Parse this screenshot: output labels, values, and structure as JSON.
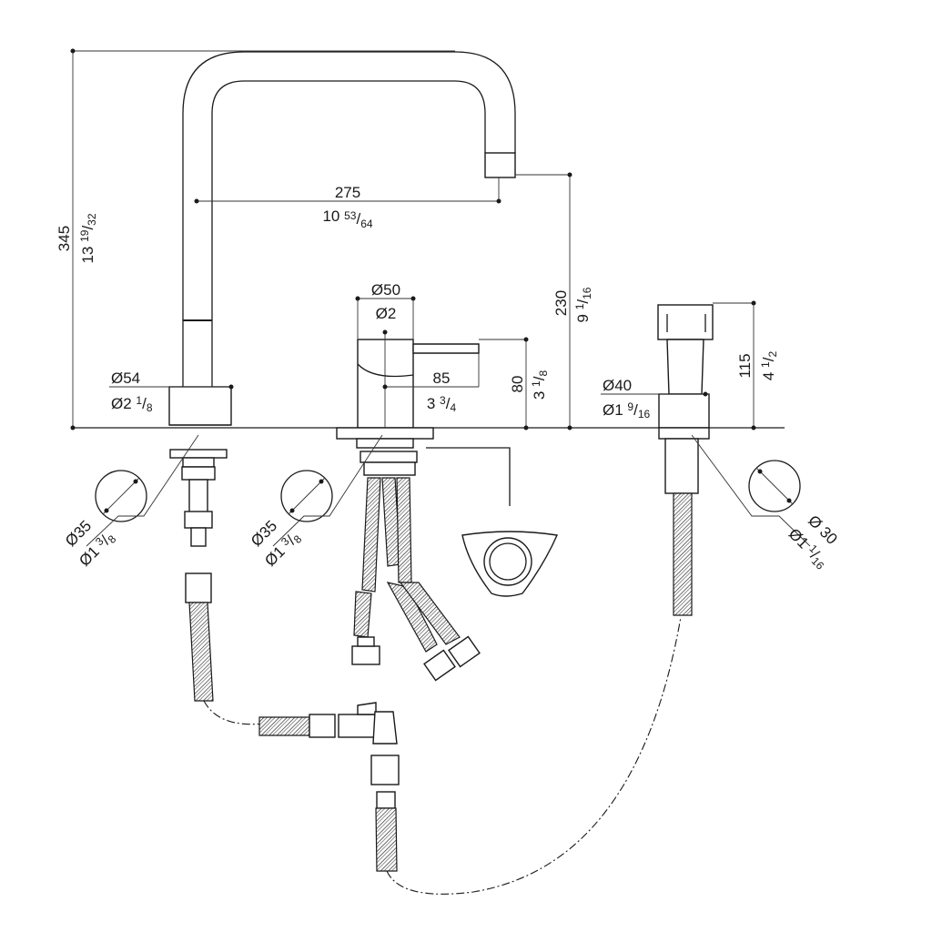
{
  "dimensions": {
    "total_height": {
      "metric": "345",
      "imperial_whole": "13",
      "imperial_num": "19",
      "imperial_den": "32"
    },
    "spout_reach": {
      "metric": "275",
      "imperial_whole": "10",
      "imperial_num": "53",
      "imperial_den": "64"
    },
    "spout_outlet_height": {
      "metric": "230",
      "imperial_whole": "9",
      "imperial_num": "1",
      "imperial_den": "16"
    },
    "mixer_body_diameter": {
      "metric": "Ø50",
      "imperial": "Ø2"
    },
    "mixer_lever_length": {
      "metric": "85",
      "imperial_whole": "3",
      "imperial_num": "3",
      "imperial_den": "4"
    },
    "mixer_height": {
      "metric": "80",
      "imperial_whole": "3",
      "imperial_num": "1",
      "imperial_den": "8"
    },
    "spout_base_diameter": {
      "metric": "Ø54",
      "imperial_whole": "Ø2",
      "imperial_num": "1",
      "imperial_den": "8"
    },
    "spout_hole": {
      "metric": "Ø35",
      "imperial_whole": "Ø1",
      "imperial_num": "3",
      "imperial_den": "8"
    },
    "mixer_hole": {
      "metric": "Ø35",
      "imperial_whole": "Ø1",
      "imperial_num": "3",
      "imperial_den": "8"
    },
    "spray_base_diameter": {
      "metric": "Ø40",
      "imperial_whole": "Ø1",
      "imperial_num": "9",
      "imperial_den": "16"
    },
    "spray_height": {
      "metric": "115",
      "imperial_whole": "4",
      "imperial_num": "1",
      "imperial_den": "2"
    },
    "spray_hole": {
      "metric": "Ø 30",
      "imperial_whole": "Ø1",
      "imperial_num": "1",
      "imperial_den": "16"
    }
  }
}
